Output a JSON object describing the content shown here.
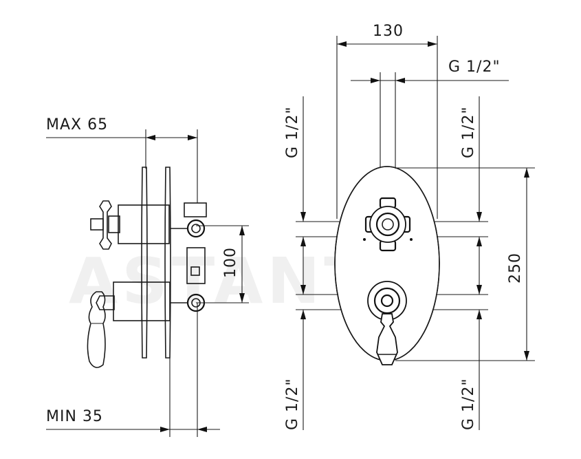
{
  "watermark": "ASTANT",
  "side_view": {
    "max_label": "MAX 65",
    "min_label": "MIN 35",
    "spacing_label": "100"
  },
  "front_view": {
    "width_label": "130",
    "height_label": "250",
    "top_connection_label": "G 1/2\"",
    "left_upper_label": "G 1/2\"",
    "right_upper_label": "G 1/2\"",
    "left_lower_label": "G 1/2\"",
    "right_lower_label": "G 1/2\""
  }
}
